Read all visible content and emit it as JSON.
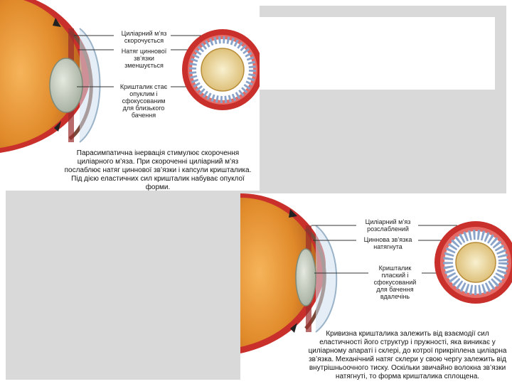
{
  "top_figure": {
    "labels": [
      "Циліарний м’яз скорочується",
      "Натяг циннової зв’язки зменшується",
      "Кришталик стає опуклим і сфокусованим для близького бачення"
    ],
    "caption": "Парасимпатична інервація стимулює скорочення циліарного м’яза. При скороченні циліарний м’яз послаблює натяг циннової зв’язки і капсули кришталика. Під дією еластичних сил кришталик набуває опуклої форми."
  },
  "bottom_figure": {
    "labels": [
      "Циліарний м’яз розслаблений",
      "Циннова зв’язка натягнута",
      "Кришталик плаский і сфокусований для бачення вдалечінь"
    ],
    "caption": "Кривизна кришталика залежить від взаємодії сил еластичності його структур і пружності, яка виникає у циліарному апараті і склері, до котрої прикріплена циліарна зв’язка. Механічний натяг склери у свою чергу залежить від внутрішньоочного тиску. Оскільки звичайно волокна зв’язки натягнуті, то форма кришталика сплощена."
  },
  "colors": {
    "frame_grey": "#d9d9d9",
    "sclera_red": "#c9302c",
    "eye_orange": "#e08a2a",
    "lens_grey": "#b9c3b4"
  }
}
